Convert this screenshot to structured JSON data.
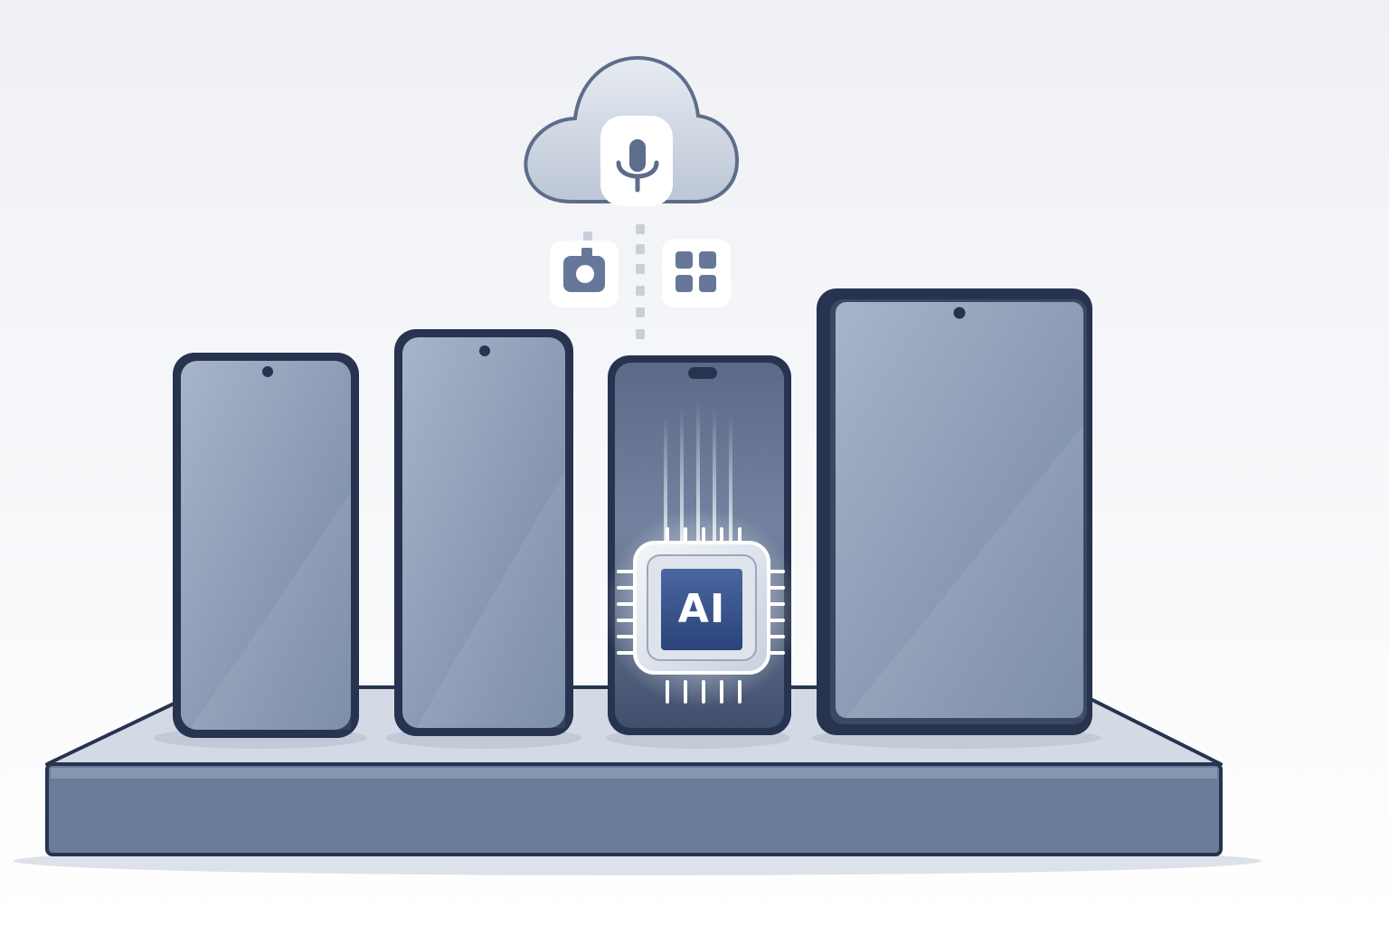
{
  "chip": {
    "label": "AI",
    "icon": "ai-chip-icon"
  },
  "cloud": {
    "icon": "cloud-icon",
    "badge_icon": "microphone-icon"
  },
  "app_icons": [
    {
      "icon": "camera-icon"
    },
    {
      "icon": "app-grid-icon"
    }
  ],
  "devices": [
    {
      "type": "phone",
      "icon": "smartphone-icon"
    },
    {
      "type": "phone",
      "icon": "smartphone-icon"
    },
    {
      "type": "phone",
      "icon": "smartphone-icon",
      "highlighted": true
    },
    {
      "type": "tablet",
      "icon": "tablet-icon"
    }
  ],
  "colors": {
    "device_frame": "#27334f",
    "screen_light": "#a4b1c7",
    "screen_dark": "#7788a4",
    "dock_top": "#d3d9e4",
    "dock_front": "#6a7b98",
    "chip_core": "#314d86",
    "accent_glow": "#ffffff"
  }
}
